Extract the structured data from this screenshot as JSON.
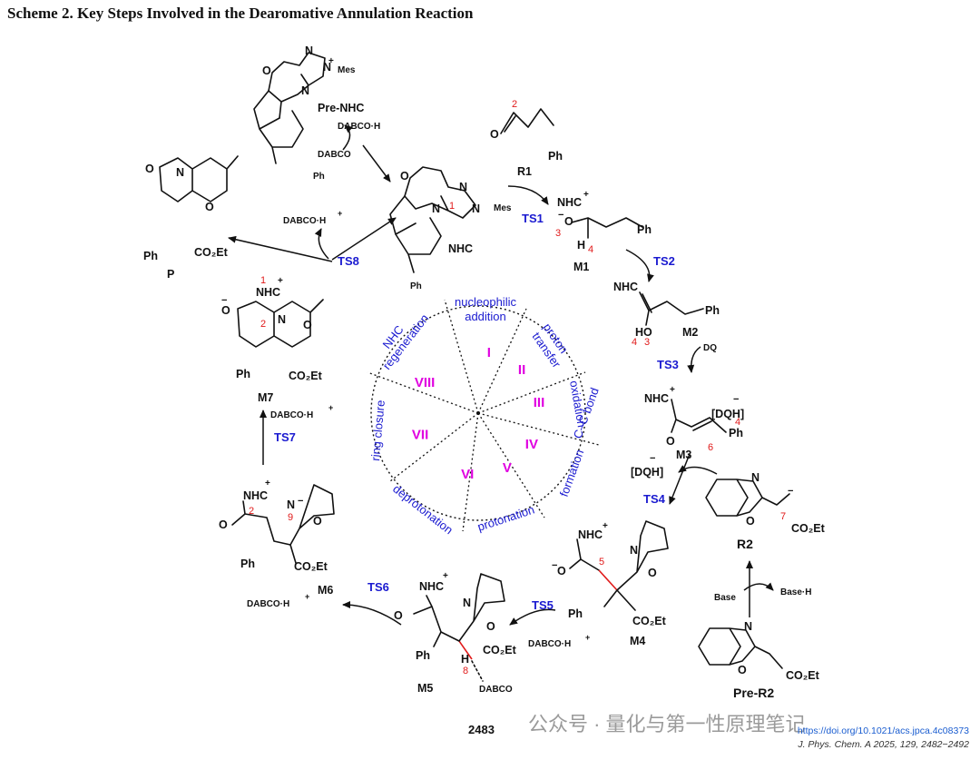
{
  "title": "Scheme 2. Key Steps Involved in the Dearomative Annulation Reaction",
  "species": {
    "pre_nhc": "Pre-NHC",
    "nhc": "NHC",
    "r1": "R1",
    "m1": "M1",
    "m2": "M2",
    "m3": "M3",
    "m4": "M4",
    "m5": "M5",
    "m6": "M6",
    "m7": "M7",
    "p": "P",
    "r2": "R2",
    "pre_r2": "Pre-R2"
  },
  "transition_states": {
    "ts1": "TS1",
    "ts2": "TS2",
    "ts3": "TS3",
    "ts4": "TS4",
    "ts5": "TS5",
    "ts6": "TS6",
    "ts7": "TS7",
    "ts8": "TS8"
  },
  "reagents": {
    "dabco": "DABCO",
    "dabco_h": "DABCO·H",
    "dq": "DQ",
    "dqh": "[DQH]",
    "base": "Base",
    "base_h": "Base·H",
    "nhc_plus": "NHC",
    "mes": "Mes",
    "ph": "Ph",
    "co2et": "CO₂Et",
    "ho": "HO",
    "h": "H",
    "o": "O",
    "n": "N",
    "plus": "+",
    "minus": "−"
  },
  "step_labels": {
    "s1a": "nucleophilic",
    "s1b": "addition",
    "s2a": "proton",
    "s2b": "transfer",
    "s3": "oxidation",
    "s4a": "C–C bond",
    "s4b": "formation",
    "s5": "protonation",
    "s6": "deprotonation",
    "s7": "ring closure",
    "s8a": "NHC",
    "s8b": "regeneration"
  },
  "numerals": [
    "I",
    "II",
    "III",
    "IV",
    "V",
    "VI",
    "VII",
    "VIII"
  ],
  "atom_numbers": {
    "n1": "1",
    "n2": "2",
    "n3": "3",
    "n4": "4",
    "n5": "5",
    "n6": "6",
    "n7": "7",
    "n8": "8",
    "n9": "9"
  },
  "page_number": "2483",
  "doi": "https://doi.org/10.1021/acs.jpca.4c08373",
  "journal": "J. Phys. Chem. A 2025, 129, 2482−2492",
  "watermark": "公众号 · 量化与第一性原理笔记",
  "colors": {
    "ts": "#1a1ad0",
    "numeral": "#e000e0",
    "atom_number": "#e01a1a"
  }
}
